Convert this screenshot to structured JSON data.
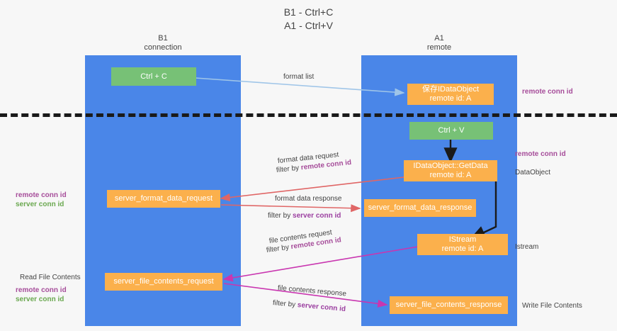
{
  "title": "B1 - Ctrl+C\nA1 - Ctrl+V",
  "lanes": [
    {
      "name": "B1",
      "subtitle": "B1\nconnection",
      "color": "#4a86e8"
    },
    {
      "name": "A1",
      "subtitle": "A1\nremote",
      "color": "#4a86e8"
    }
  ],
  "nodes": {
    "ctrl_c": {
      "label": "Ctrl + C",
      "color": "#77c176"
    },
    "save_dataobject": {
      "line1": "保存IDataObject",
      "line2": "remote id: A",
      "color": "#fbb04c"
    },
    "ctrl_v": {
      "label": "Ctrl + V",
      "color": "#77c176"
    },
    "getdata": {
      "line1": "IDataObject::GetData",
      "line2": "remote id: A",
      "color": "#fbb04c"
    },
    "server_format_data_request": {
      "label": "server_format_data_request",
      "color": "#fbb04c"
    },
    "server_format_data_response": {
      "label": "server_format_data_response",
      "color": "#fbb04c"
    },
    "istream": {
      "line1": "IStream",
      "line2": "remote id: A",
      "color": "#fbb04c"
    },
    "server_file_contents_request": {
      "label": "server_file_contents_request",
      "color": "#fbb04c"
    },
    "server_file_contents_response": {
      "label": "server_file_contents_response",
      "color": "#fbb04c"
    }
  },
  "edge_labels": {
    "format_list": "format list",
    "format_data_request": "format data request",
    "filter_by_remote_1_prefix": "filter by ",
    "filter_by_remote_1_key": "remote conn id",
    "format_data_response": "format data response",
    "filter_by_server_1_prefix": "filter by ",
    "filter_by_server_1_key": "server conn id",
    "file_contents_request": "file contents request",
    "filter_by_remote_2_prefix": "filter by ",
    "filter_by_remote_2_key": "remote conn id",
    "file_contents_response": "file contents response",
    "filter_by_server_2_prefix": "filter by ",
    "filter_by_server_2_key": "server conn id"
  },
  "annotations": {
    "right_remote_conn_id_1": "remote conn id",
    "right_remote_conn_id_2": "remote conn id",
    "right_dataobject": "DataObject",
    "right_istream": "Istream",
    "right_write_file_contents": "Write File Contents",
    "left_remote_conn_id": "remote conn id",
    "left_server_conn_id": "server conn id",
    "left_read_file_contents": "Read File Contents",
    "left_remote_conn_id_2": "remote conn id",
    "left_server_conn_id_2": "server conn id"
  },
  "colors": {
    "lane": "#4a86e8",
    "green_node": "#77c176",
    "orange_node": "#fbb04c",
    "purple_text": "#a64d9a",
    "green_text": "#6aa84f",
    "red_arrow": "#e06666",
    "magenta_arrow": "#c936b0",
    "blue_arrow": "#9fc5e8",
    "dark_arrow": "#1a1a1a",
    "background": "#f7f7f7"
  }
}
